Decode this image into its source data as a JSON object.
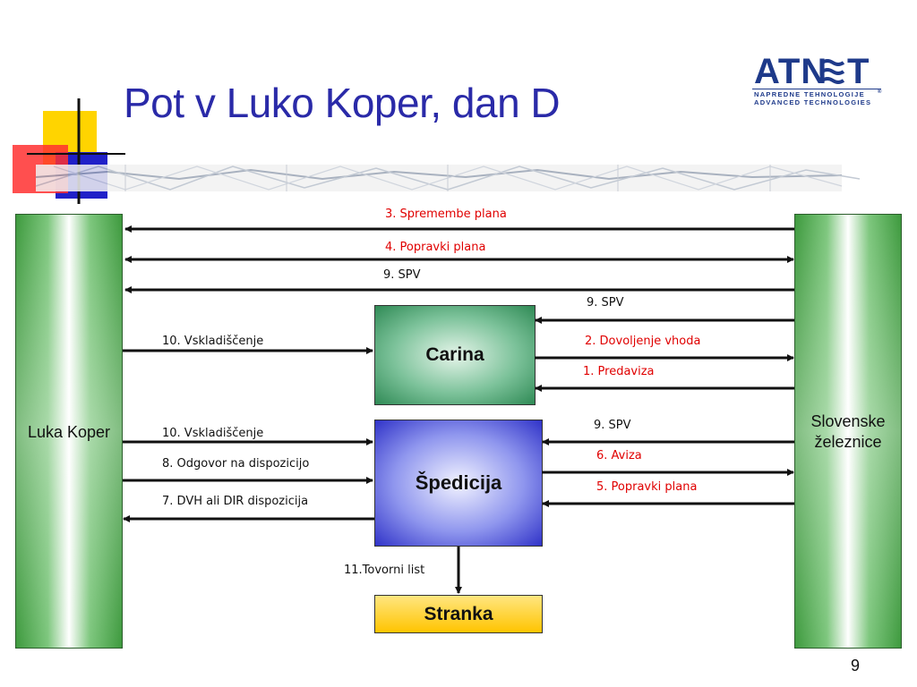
{
  "slide": {
    "title": "Pot v Luko Koper, dan D",
    "page_number": "9"
  },
  "logo": {
    "main_left": "ATN",
    "main_right": "T",
    "tagline1": "NAPREDNE TEHNOLOGIJE",
    "tagline2": "ADVANCED TECHNOLOGIES",
    "registered": "®"
  },
  "nodes": {
    "luka_koper": "Luka Koper",
    "slovenske_line1": "Slovenske",
    "slovenske_line2": "železnice",
    "carina": "Carina",
    "spedicija": "Špedicija",
    "stranka": "Stranka"
  },
  "labels": {
    "spremembe_plana": "3. Spremembe plana",
    "popravki_plana_top": "4. Popravki plana",
    "spv_top": "9. SPV",
    "spv_carina": "9. SPV",
    "vskladiscenje_carina": "10. Vskladiščenje",
    "dovoljenje_vhoda": "2. Dovoljenje vhoda",
    "predaviza": "1. Predaviza",
    "spv_spedicija": "9. SPV",
    "vskladiscenje_spedicija": "10. Vskladiščenje",
    "odgovor_dispozicijo": "8. Odgovor na dispozicijo",
    "aviza": "6. Aviza",
    "popravki_plana_sped": "5. Popravki plana",
    "dvh_dir": "7. DVH ali DIR dispozicija",
    "tovorni_list": "11.Tovorni list"
  },
  "colors": {
    "title": "#2a2aa8",
    "highlight_label": "#e00000",
    "normal_label": "#111111"
  }
}
